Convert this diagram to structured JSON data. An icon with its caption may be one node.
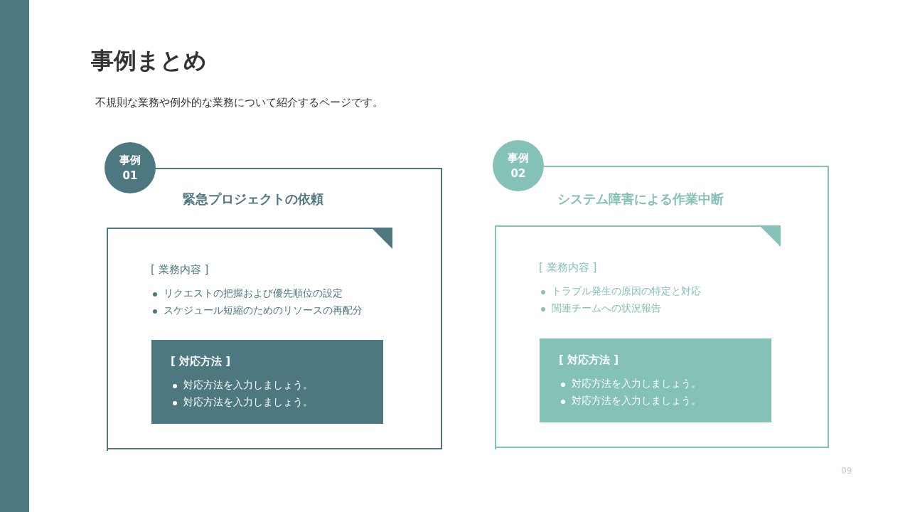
{
  "diagram": {
    "title": "事例まとめ",
    "nodes": [
      {
        "text": [
          "緊急プロジェクトの依頼"
        ]
      },
      {
        "text": [
          "事例",
          "01"
        ]
      },
      {
        "text": [
          "[ 業務内容 ]",
          "リクエストの把握および優先順位の設定",
          "スケジュール短縮のためのリソースの再配分"
        ],
        "in": 0
      },
      {
        "text": [
          "[ 対応方法 ]",
          "対応方法を入力しましょう。",
          "対応方法を入力しましょう。"
        ],
        "in": 2
      },
      {
        "text": [
          "システム障害による作業中断"
        ]
      },
      {
        "text": [
          "事例",
          "02"
        ]
      },
      {
        "text": [
          "[ 業務内容 ]",
          "トラブル発生の原因の特定と対応",
          "関連チームへの状況報告"
        ],
        "in": 4
      },
      {
        "text": [
          "[ 対応方法 ]",
          "対応方法を入力しましょう。",
          "対応方法を入力しましょう。"
        ],
        "in": 6
      },
      {
        "text": [],
        "shape": "bar"
      }
    ],
    "labels": [
      "不規則な業務や例外的な業務について紹介するページです。",
      "09"
    ]
  }
}
